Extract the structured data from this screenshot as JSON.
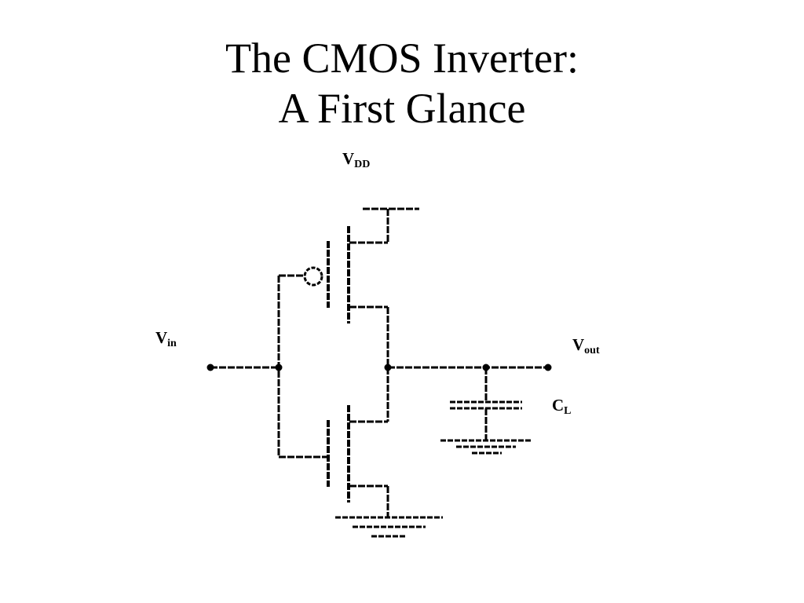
{
  "slide": {
    "title_line1": "The CMOS Inverter:",
    "title_line2": "A First Glance"
  },
  "diagram": {
    "vdd": {
      "main": "V",
      "sub": "DD"
    },
    "vin": {
      "main": "V",
      "sub": "in"
    },
    "vout": {
      "main": "V",
      "sub": "out"
    },
    "cl": {
      "main": "C",
      "sub": "L"
    }
  }
}
